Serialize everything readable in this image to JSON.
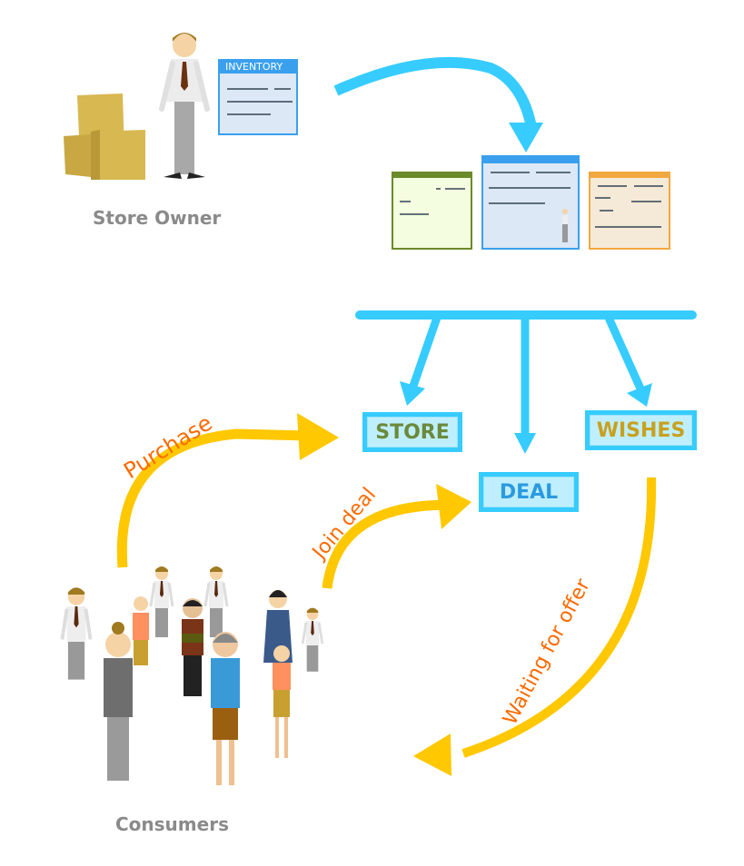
{
  "actors": {
    "store_owner": "Store Owner",
    "consumers": "Consumers"
  },
  "inventory_card": {
    "title": "INVENTORY"
  },
  "categories": {
    "store": "STORE",
    "deal": "DEAL",
    "wishes": "WISHES"
  },
  "flows": {
    "purchase": "Purchase",
    "join_deal": "Join deal",
    "waiting_for_offer": "Waiting for offer"
  },
  "colors": {
    "blue_arrow": "#36ccff",
    "yellow_arrow": "#ffc800",
    "flow_text": "#ff6a00",
    "store_text": "#6b8a3a",
    "deal_text": "#2a9ae0",
    "wishes_text": "#c8a020",
    "card_green": "#6b8a2a",
    "card_blue": "#3aa0ee",
    "card_orange": "#f2a840"
  }
}
